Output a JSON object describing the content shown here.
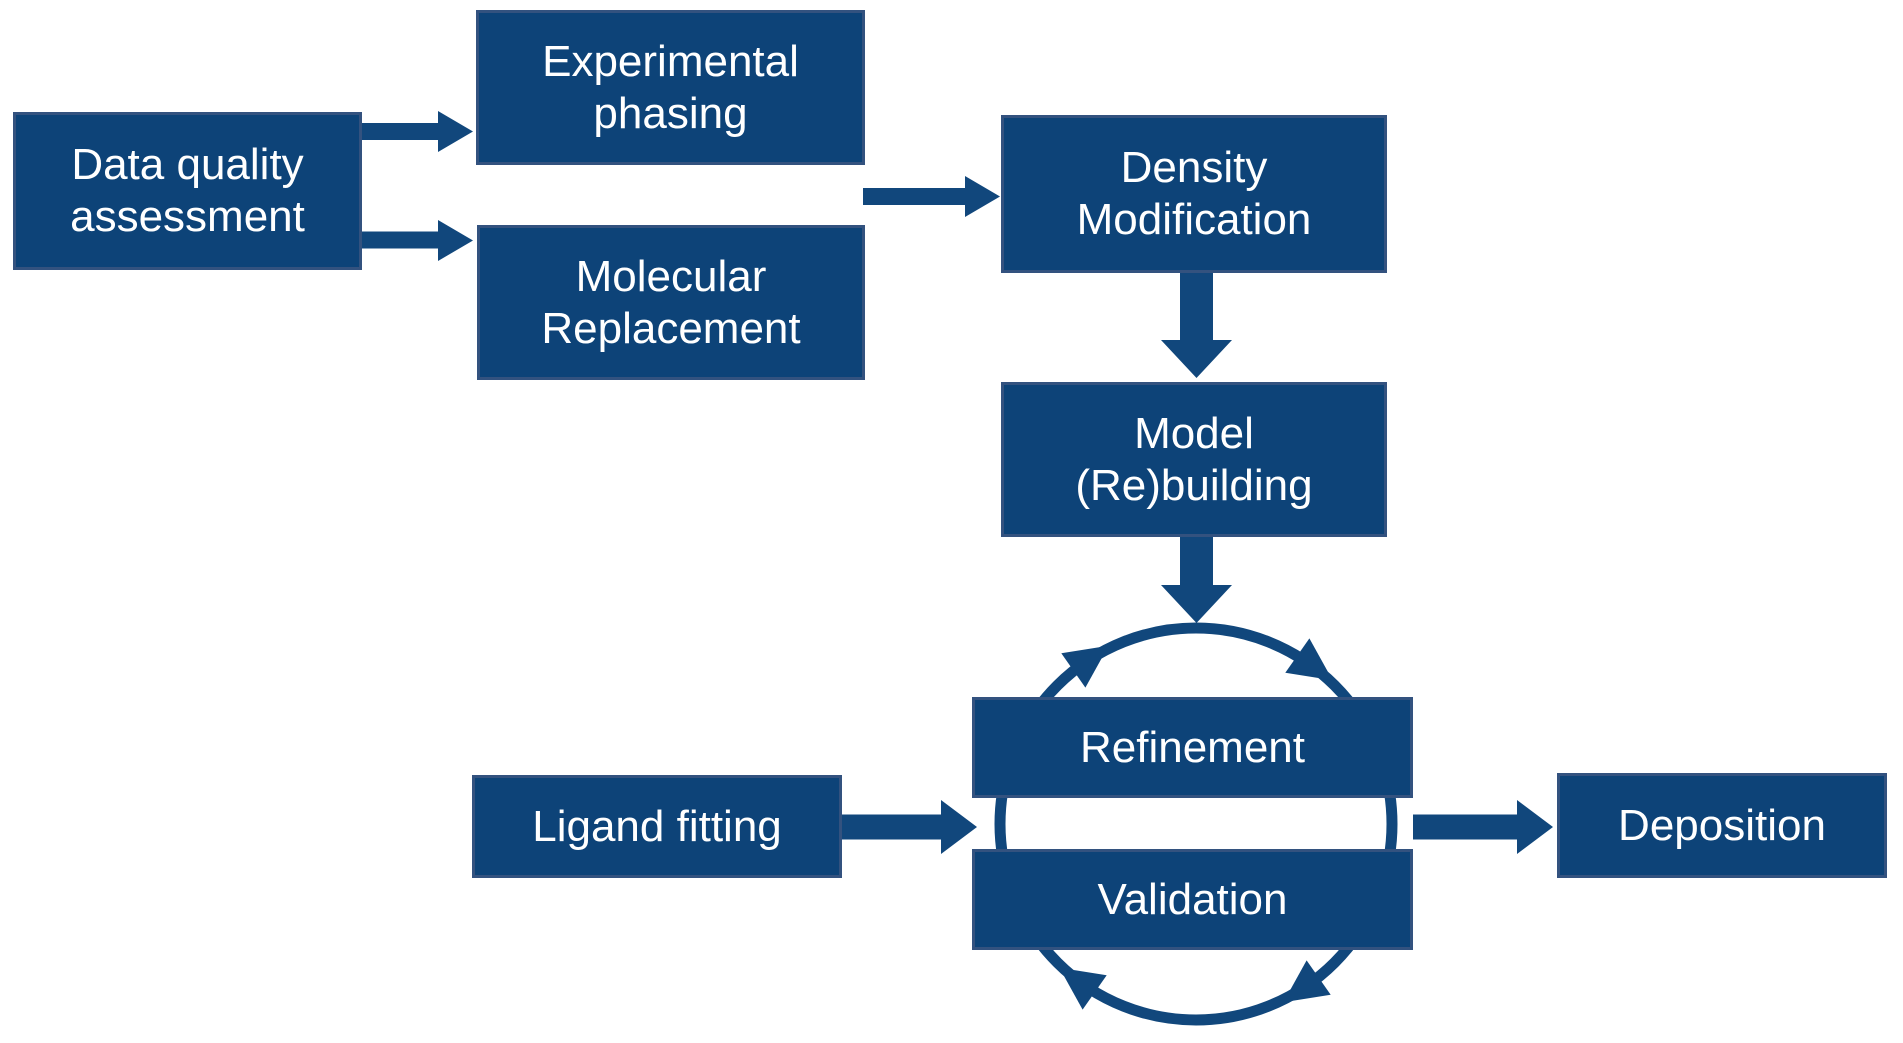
{
  "diagram": {
    "background_color": "#ffffff",
    "node_fill_color": "#0d4378",
    "node_border_color": "#33527f",
    "arrow_color": "#11477c",
    "text_color": "#ffffff",
    "nodes": [
      {
        "id": "data-quality-assessment",
        "label": "Data quality\nassessment"
      },
      {
        "id": "experimental-phasing",
        "label": "Experimental\nphasing"
      },
      {
        "id": "molecular-replacement",
        "label": "Molecular\nReplacement"
      },
      {
        "id": "density-modification",
        "label": "Density\nModification"
      },
      {
        "id": "model-rebuilding",
        "label": "Model\n(Re)building"
      },
      {
        "id": "refinement",
        "label": "Refinement"
      },
      {
        "id": "validation",
        "label": "Validation"
      },
      {
        "id": "ligand-fitting",
        "label": "Ligand fitting"
      },
      {
        "id": "deposition",
        "label": "Deposition"
      }
    ],
    "edges": [
      {
        "from": "data-quality-assessment",
        "to": "experimental-phasing"
      },
      {
        "from": "data-quality-assessment",
        "to": "molecular-replacement"
      },
      {
        "from": "experimental-phasing | molecular-replacement",
        "to": "density-modification"
      },
      {
        "from": "density-modification",
        "to": "model-rebuilding"
      },
      {
        "from": "model-rebuilding",
        "to": "refinement-validation-cycle"
      },
      {
        "from": "ligand-fitting",
        "to": "refinement-validation-cycle"
      },
      {
        "from": "refinement-validation-cycle",
        "to": "deposition"
      }
    ],
    "cycle": {
      "members": [
        "refinement",
        "validation"
      ],
      "direction": "clockwise",
      "arrowhead_count": 4
    }
  }
}
